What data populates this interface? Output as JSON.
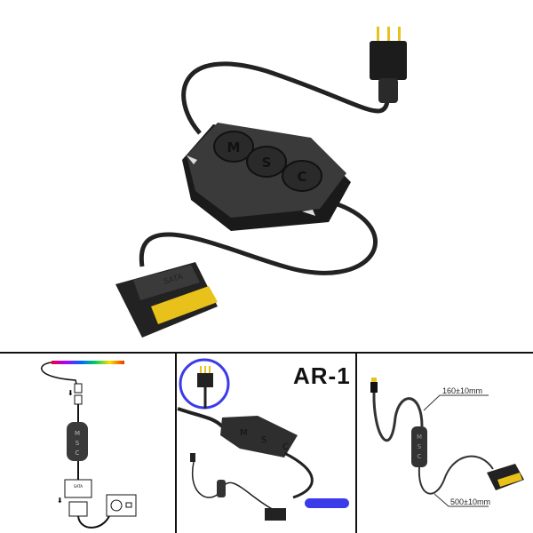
{
  "product": {
    "buttons": [
      "M",
      "S",
      "C"
    ],
    "connector_label": "SATA"
  },
  "panels": [
    {
      "name": "installation-diagram",
      "buttons": [
        "M",
        "S",
        "C"
      ],
      "connector_label": "SATA"
    },
    {
      "name": "product-model",
      "model": "AR-1",
      "buttons": [
        "M",
        "S",
        "C"
      ]
    },
    {
      "name": "cable-dimensions",
      "length_short": "160±10mm",
      "length_long": "500±10mm",
      "buttons": [
        "M",
        "S",
        "C"
      ]
    }
  ],
  "colors": {
    "accent_blue": "#3b3bea",
    "connector_gold": "#e8c21a",
    "body": "#2b2b2b",
    "border": "#111111"
  }
}
